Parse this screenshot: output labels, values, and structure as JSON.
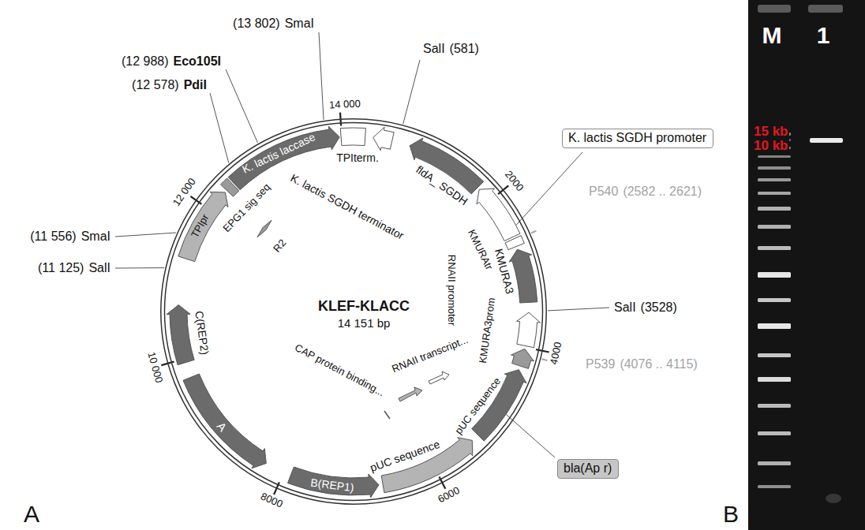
{
  "diagram": {
    "nodes": [
      {
        "text": [
          "KLEF-KLACC",
          "14 151 bp"
        ]
      },
      {
        "text": [
          "K. lactis SGDH promoter"
        ]
      },
      {
        "text": [
          "bla(Ap r)"
        ]
      },
      {
        "text": [
          "M",
          "1",
          "15 kb",
          "10 kb"
        ]
      }
    ],
    "labels": [
      "(13 802)",
      "SmaI",
      "SalI",
      "(581)",
      "(12 988)",
      "Eco105I",
      "(12 578)",
      "PdiI",
      "(11 556)",
      "SmaI",
      "(11 125)",
      "SalI",
      "SalI",
      "(3528)",
      "P540",
      "(2582 .. 2621)",
      "P539",
      "(4076 .. 4115)",
      "14 000",
      "2000",
      "4000",
      "6000",
      "8000",
      "10 000",
      "12 000",
      "K. lactis laccase",
      "TPIterm.",
      "fldA_ SGDH",
      "K. lactis SGDH terminator",
      "KMURAtr",
      "KMURA3",
      "KMURA3prom",
      "pUC sequence",
      "RNAII promoter",
      "RNAII transcript...",
      "CAP protein binding...",
      "pUC sequence",
      "B(REP1)",
      "A",
      "C(REP2)",
      "TPIpr",
      "EPG1 sig seq",
      "R2",
      "A",
      "B"
    ]
  }
}
